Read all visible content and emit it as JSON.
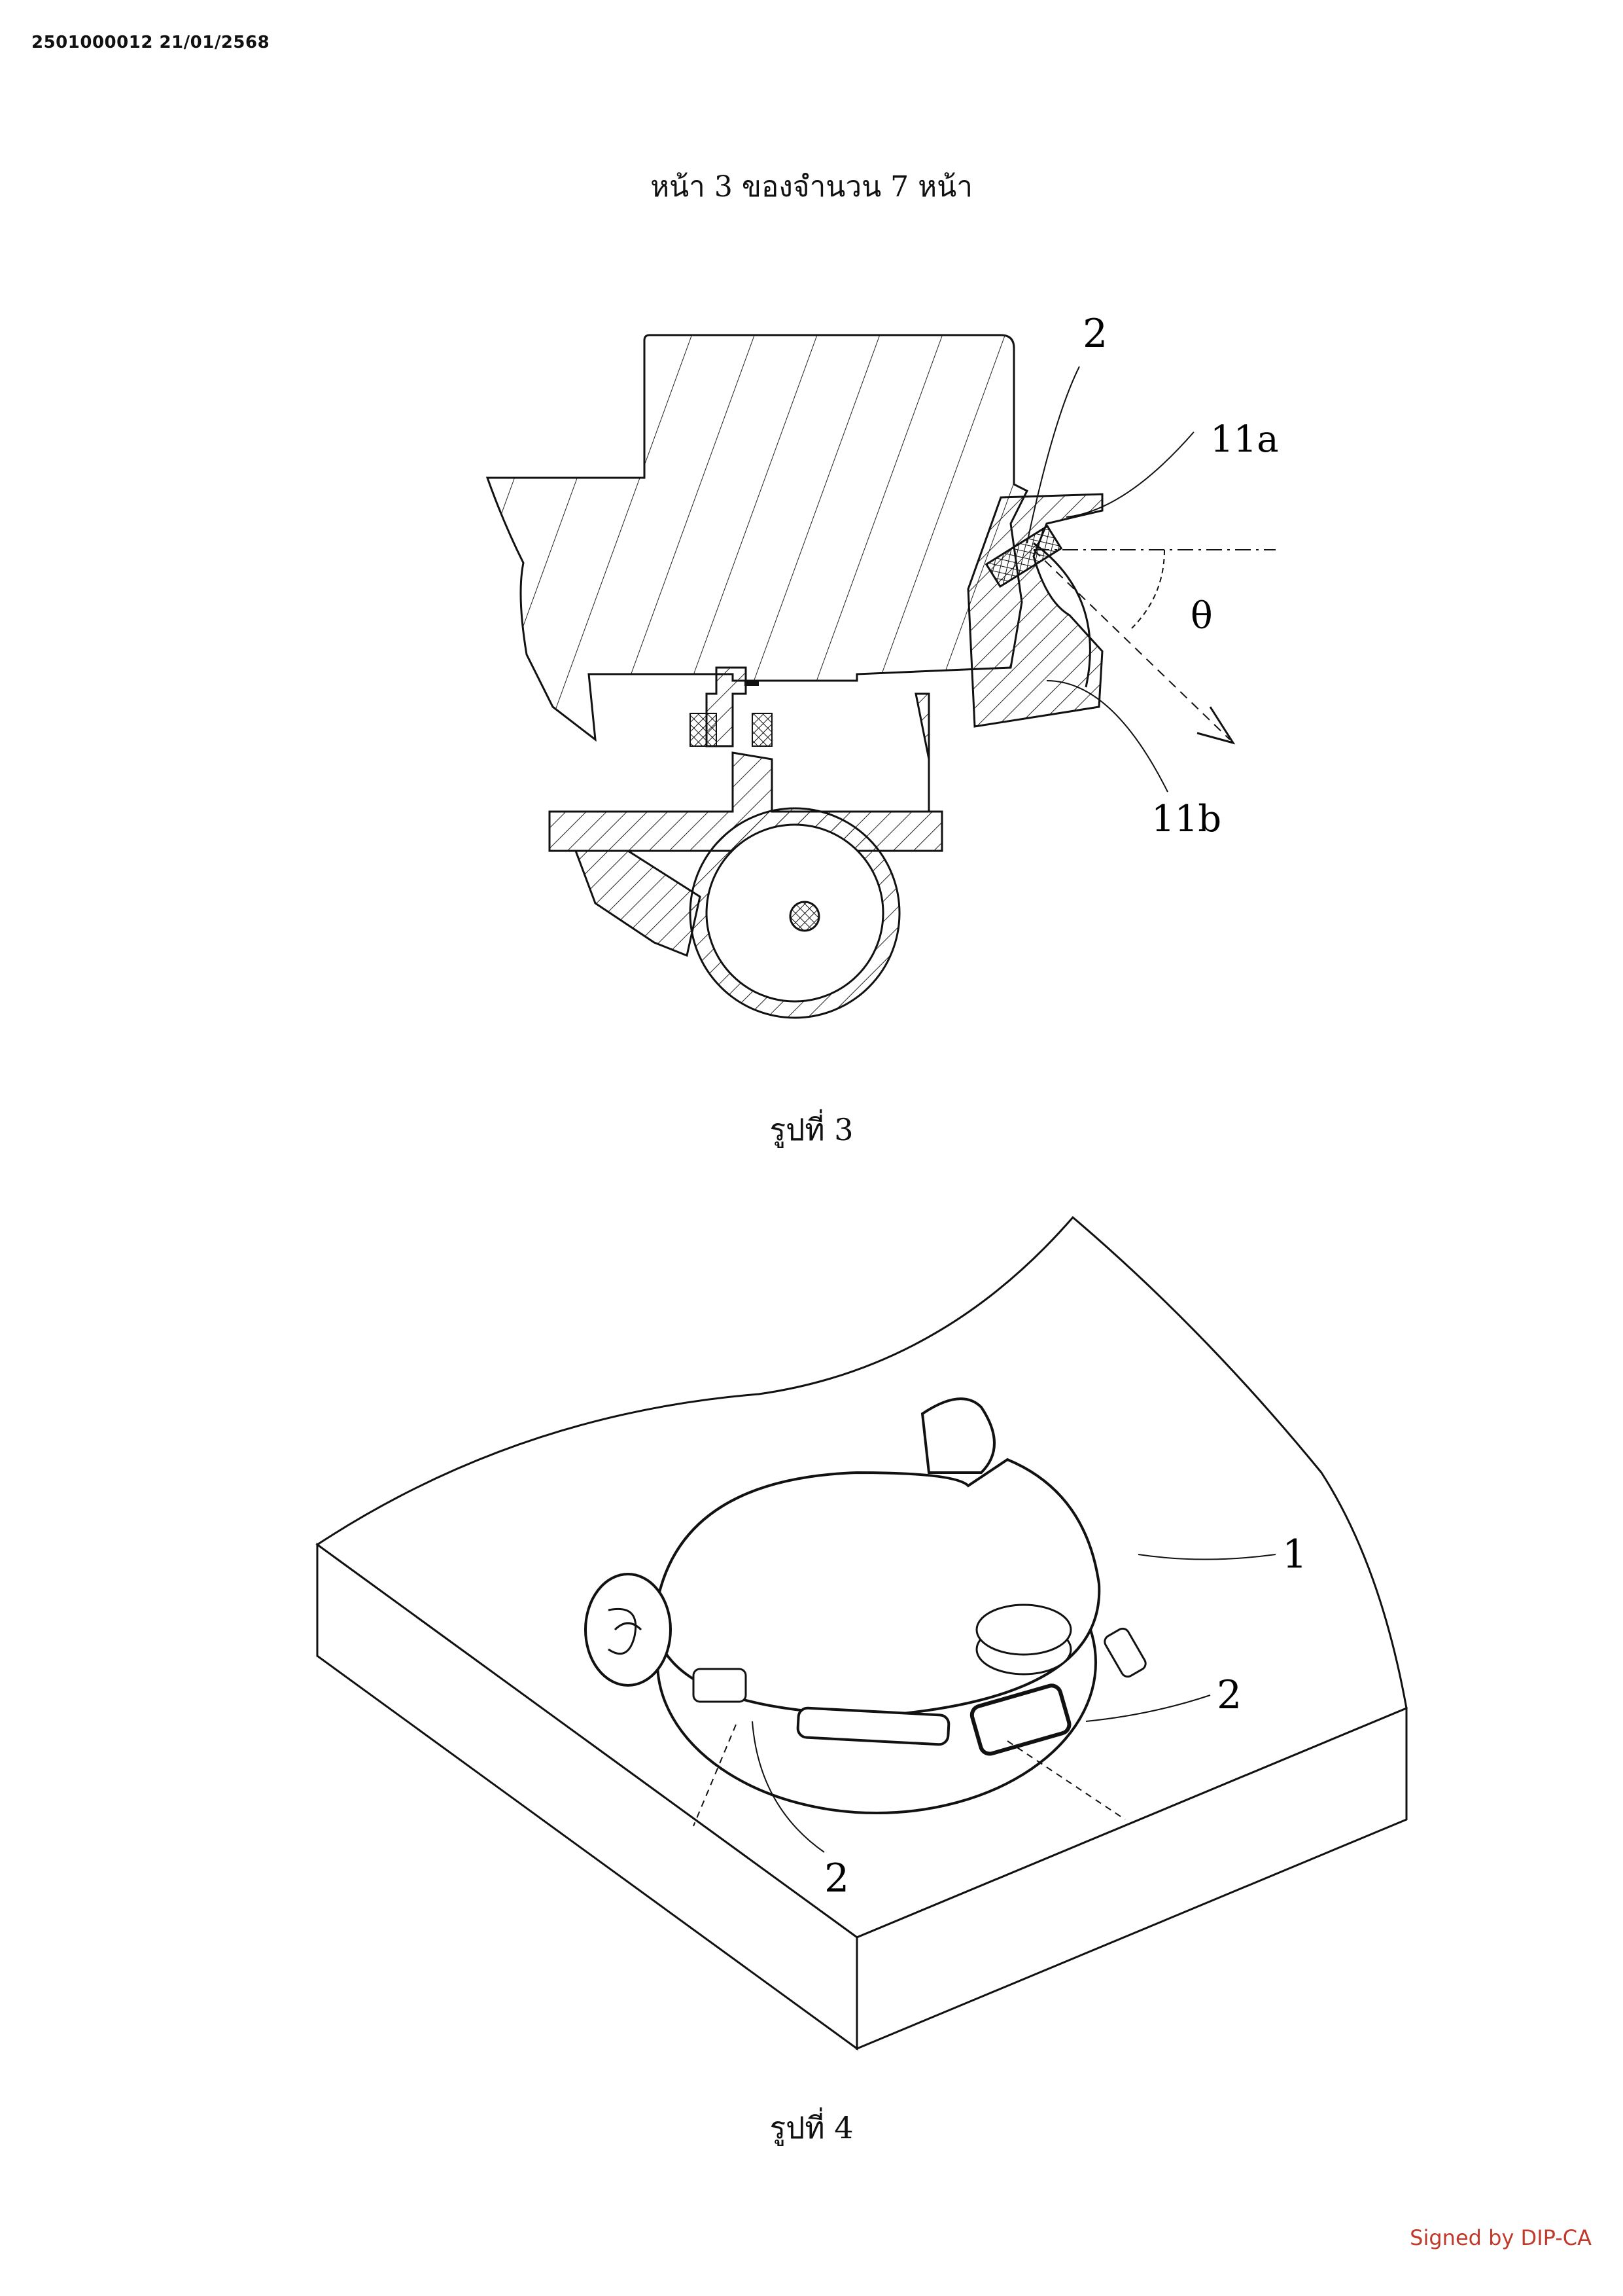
{
  "document": {
    "id_stamp": "2501000012 21/01/2568",
    "page_header": "หน้า 3 ของจำนวน 7 หน้า",
    "signature": "Signed by DIP-CA"
  },
  "figure3": {
    "caption": "รูปที่ 3",
    "labels": {
      "part_2": "2",
      "part_11a": "11a",
      "part_11b": "11b",
      "angle": "θ"
    }
  },
  "figure4": {
    "caption": "รูปที่ 4",
    "labels": {
      "part_1": "1",
      "part_2_right": "2",
      "part_2_left": "2"
    }
  }
}
